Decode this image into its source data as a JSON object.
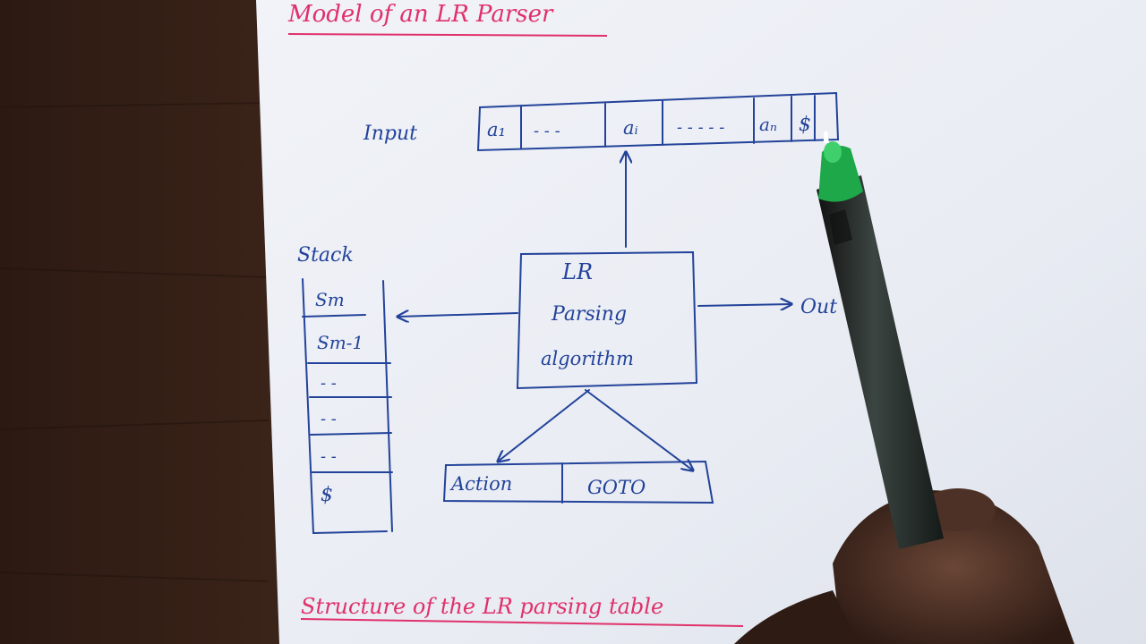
{
  "title": "Model of an LR Parser",
  "input": {
    "label": "Input",
    "cells": [
      "a₁",
      "- - -",
      "aᵢ",
      "- - - - -",
      "aₙ",
      "$"
    ]
  },
  "stack": {
    "label": "Stack",
    "cells": [
      "Sm",
      "Sm-1",
      "- -",
      "- -",
      "- -",
      "$"
    ]
  },
  "parser_box": {
    "line1": "LR",
    "line2": "Parsing",
    "line3": "algorithm"
  },
  "output_label": "Out",
  "table": {
    "action": "Action",
    "goto": "GOTO"
  },
  "footer": "Structure of the LR parsing table",
  "colors": {
    "ink": "#23439a",
    "heading_ink": "#e0306a",
    "paper": "#eef0f6",
    "desk": "#3a2419",
    "pen_body": "#1f2a24",
    "pen_tip": "#1ea84a"
  }
}
